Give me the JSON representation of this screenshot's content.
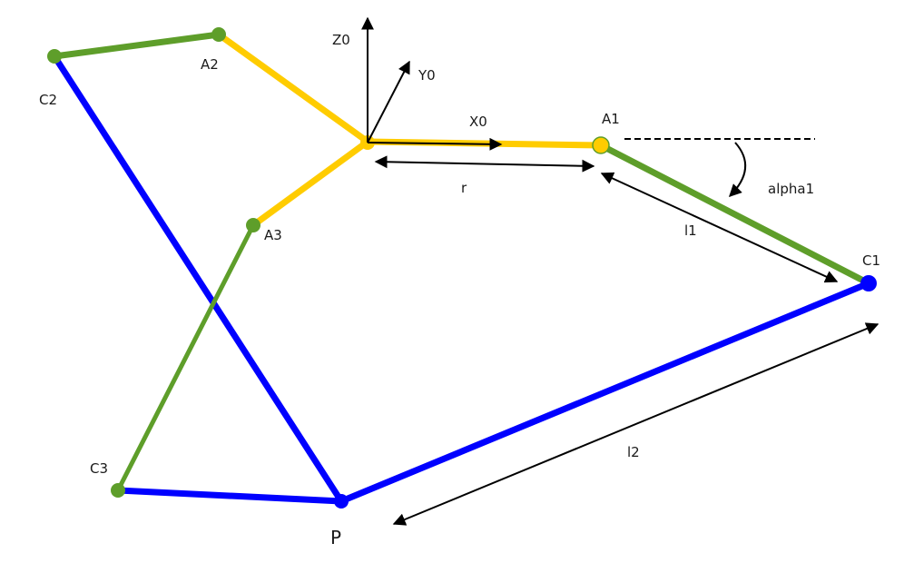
{
  "colors": {
    "base_link": "#ffcc00",
    "arm_link": "#5e9e2a",
    "rod_link": "#0000ff",
    "annotation": "#000000"
  },
  "labels": {
    "z0": "Z0",
    "y0": "Y0",
    "x0": "X0",
    "a1": "A1",
    "a2": "A2",
    "a3": "A3",
    "c1": "C1",
    "c2": "C2",
    "c3": "C3",
    "p": "P",
    "r": "r",
    "l1": "l1",
    "l2": "l2",
    "alpha1": "alpha1"
  }
}
